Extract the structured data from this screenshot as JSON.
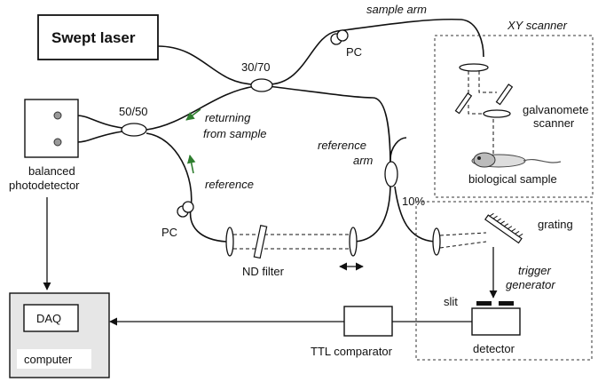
{
  "labels": {
    "swept_laser": "Swept laser",
    "sample_arm": "sample arm",
    "xy_scanner": "XY scanner",
    "pc_top": "PC",
    "coupler_30_70": "30/70",
    "coupler_50_50": "50/50",
    "galvanometer_scanner_line1": "galvanomete",
    "galvanometer_scanner_line2": "scanner",
    "returning_line1": "returning",
    "returning_line2": "from sample",
    "reference_arm_line1": "reference",
    "reference_arm_line2": "arm",
    "balanced_line1": "balanced",
    "balanced_line2": "photodetector",
    "reference": "reference",
    "biological_sample": "biological sample",
    "ten_percent": "10%",
    "grating": "grating",
    "pc_bottom": "PC",
    "nd_filter": "ND filter",
    "trigger_line1": "trigger",
    "trigger_line2": "generator",
    "slit": "slit",
    "daq": "DAQ",
    "computer": "computer",
    "ttl_comparator": "TTL comparator",
    "detector": "detector"
  },
  "colors": {
    "line": "#111111",
    "green_arrow": "#2e7d2e",
    "computer_frame": "#e6e6e6"
  }
}
